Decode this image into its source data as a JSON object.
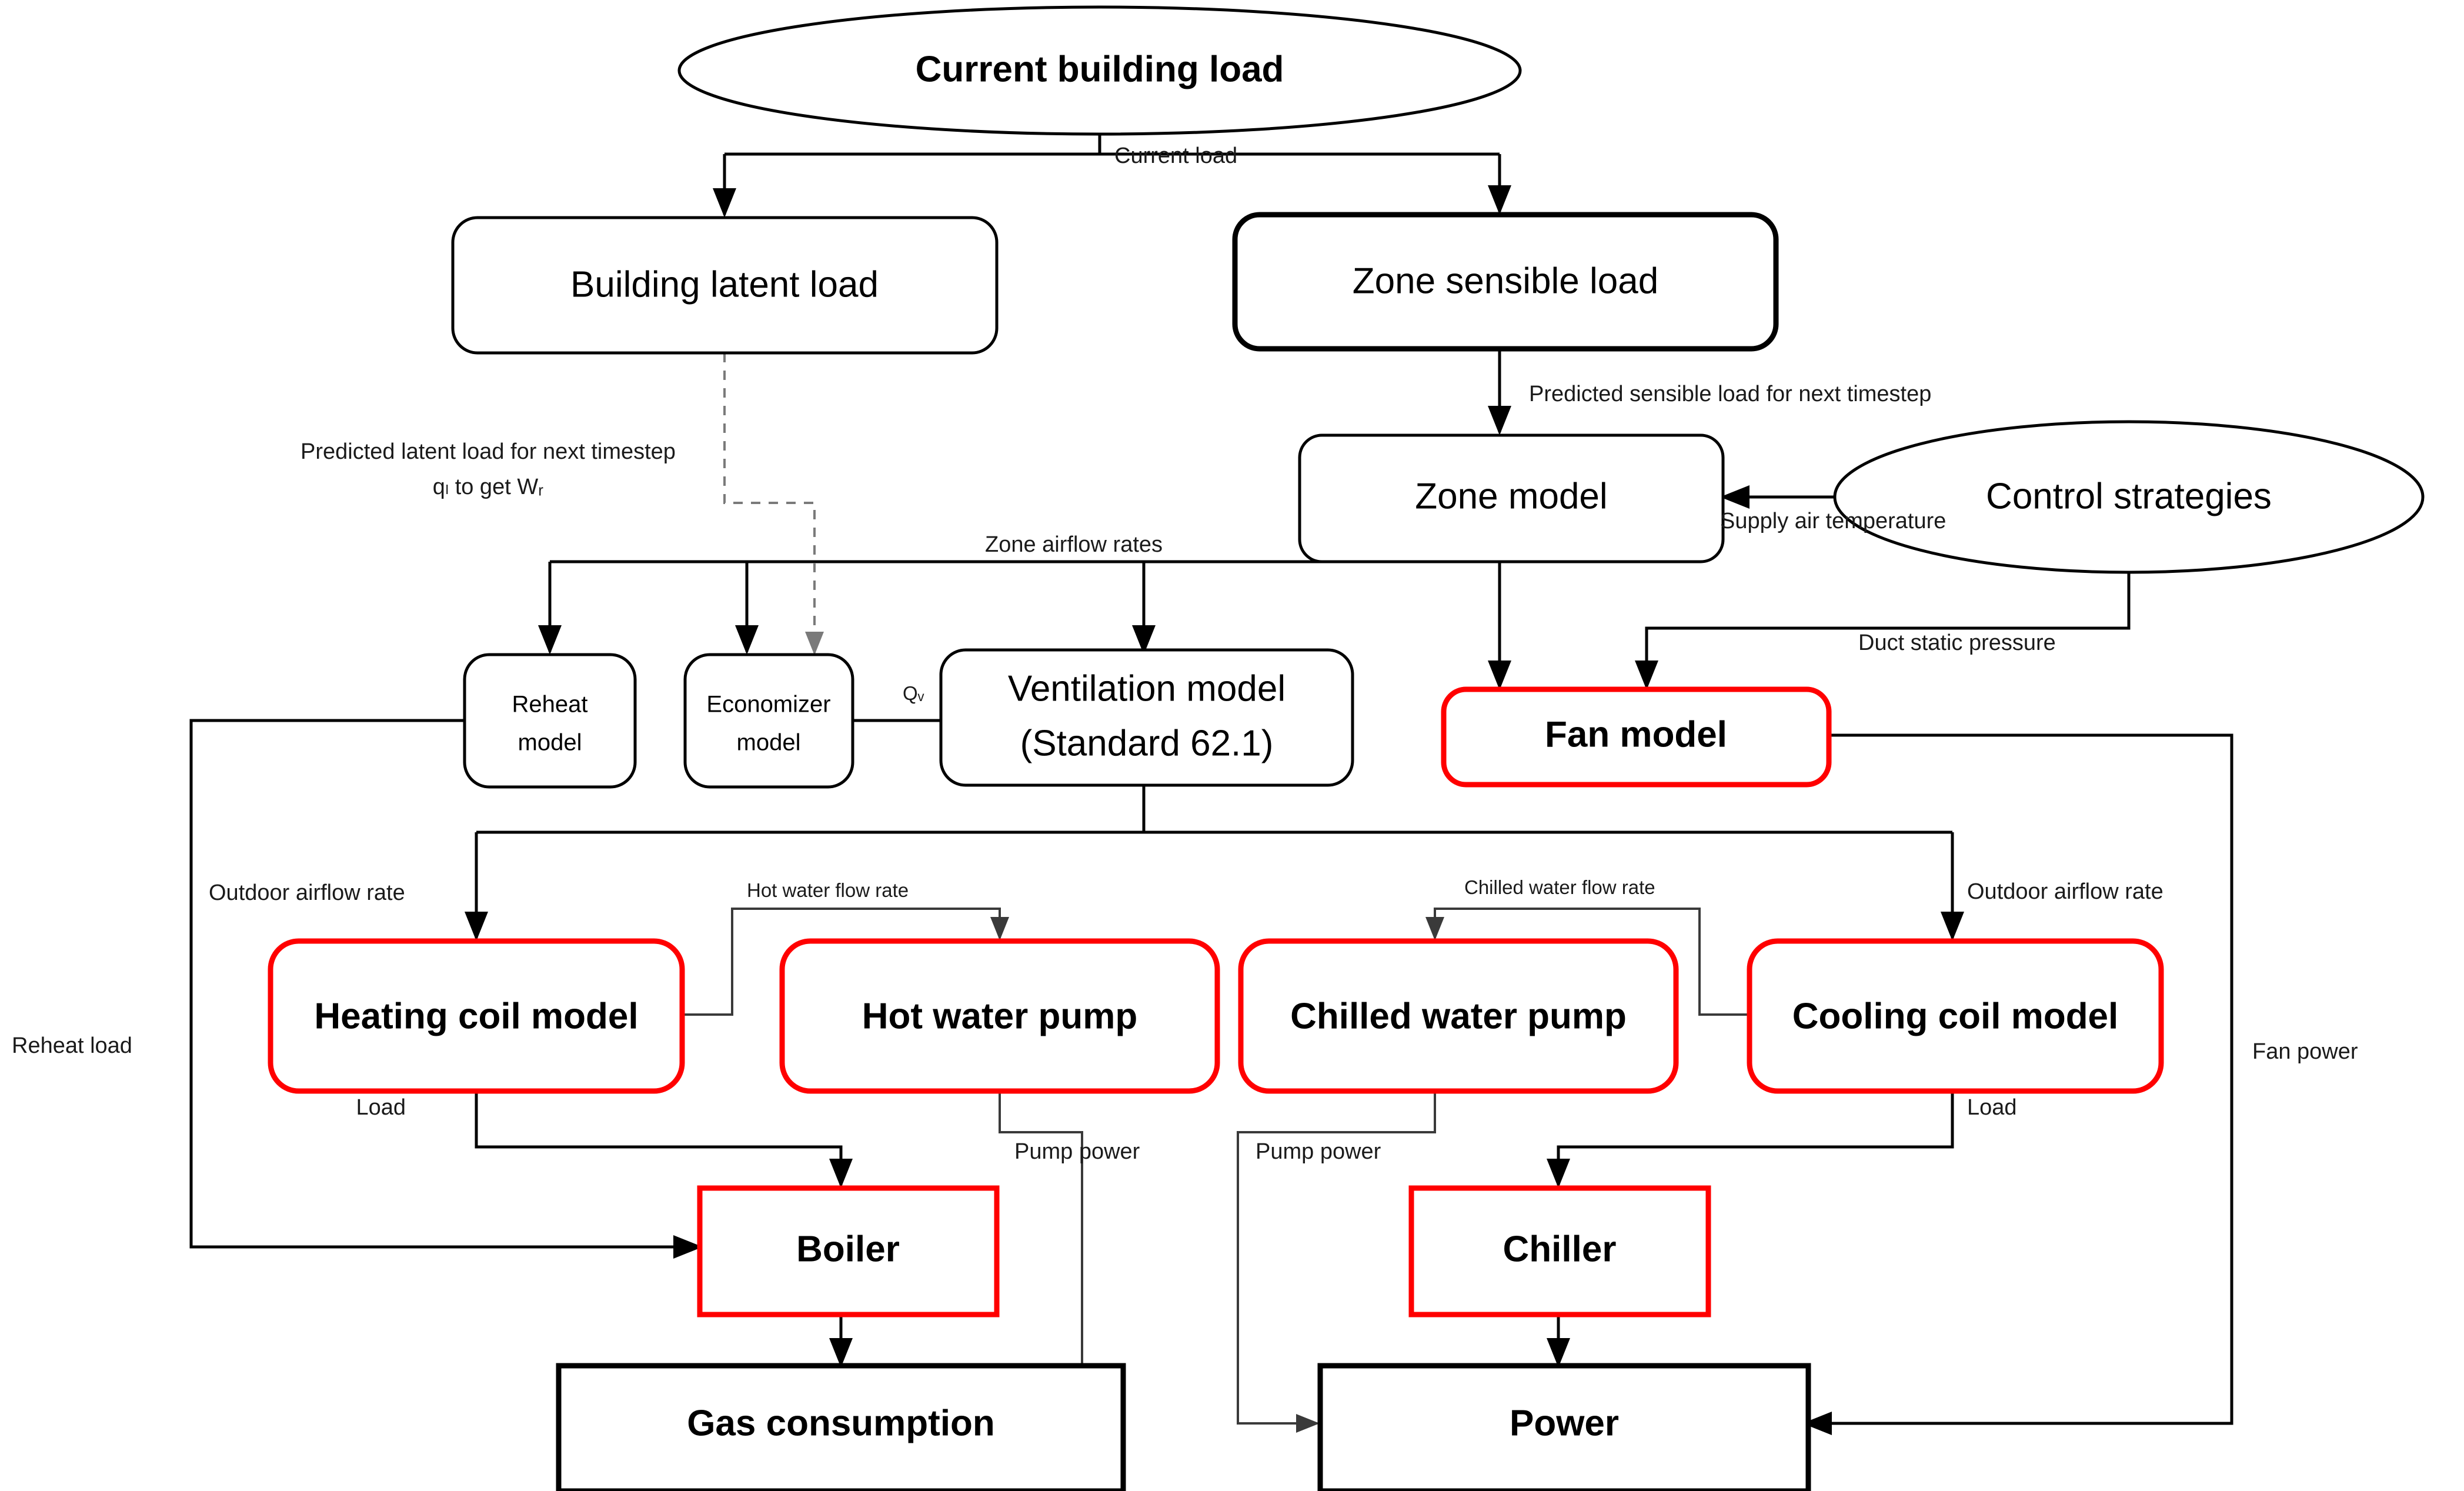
{
  "diagram": {
    "title": "HVAC system simulation flowchart",
    "colors": {
      "highlight": "#FF0000",
      "line": "#000000",
      "dashed_line": "#7A7A7A",
      "background": "#FFFFFF"
    },
    "nodes": [
      {
        "id": "current_building_load",
        "label": "Current building load",
        "shape": "ellipse",
        "style": "bold",
        "border": "black"
      },
      {
        "id": "building_latent_load",
        "label": "Building latent load",
        "shape": "rounded-rect",
        "style": "regular",
        "border": "black"
      },
      {
        "id": "zone_sensible_load",
        "label": "Zone sensible load",
        "shape": "rounded-rect",
        "style": "regular",
        "border": "black-thick"
      },
      {
        "id": "zone_model",
        "label": "Zone model",
        "shape": "rounded-rect",
        "style": "regular",
        "border": "black"
      },
      {
        "id": "control_strategies",
        "label": "Control strategies",
        "shape": "ellipse",
        "style": "regular",
        "border": "black"
      },
      {
        "id": "reheat_model",
        "label_line1": "Reheat",
        "label_line2": "model",
        "shape": "rounded-rect",
        "style": "small",
        "border": "black"
      },
      {
        "id": "economizer_model",
        "label_line1": "Economizer",
        "label_line2": "model",
        "shape": "rounded-rect",
        "style": "small",
        "border": "black"
      },
      {
        "id": "ventilation_model",
        "label_line1": "Ventilation model",
        "label_line2": "(Standard 62.1)",
        "shape": "rounded-rect",
        "style": "regular",
        "border": "black"
      },
      {
        "id": "fan_model",
        "label": "Fan model",
        "shape": "rounded-rect",
        "style": "bold",
        "border": "red"
      },
      {
        "id": "heating_coil_model",
        "label": "Heating coil model",
        "shape": "rounded-rect",
        "style": "bold",
        "border": "red"
      },
      {
        "id": "hot_water_pump",
        "label": "Hot water pump",
        "shape": "rounded-rect",
        "style": "bold",
        "border": "red"
      },
      {
        "id": "chilled_water_pump",
        "label": "Chilled water pump",
        "shape": "rounded-rect",
        "style": "bold",
        "border": "red"
      },
      {
        "id": "cooling_coil_model",
        "label": "Cooling coil model",
        "shape": "rounded-rect",
        "style": "bold",
        "border": "red"
      },
      {
        "id": "boiler",
        "label": "Boiler",
        "shape": "rect",
        "style": "bold",
        "border": "red"
      },
      {
        "id": "chiller",
        "label": "Chiller",
        "shape": "rect",
        "style": "bold",
        "border": "red"
      },
      {
        "id": "gas_consumption",
        "label": "Gas consumption",
        "shape": "rect",
        "style": "bold",
        "border": "black"
      },
      {
        "id": "power",
        "label": "Power",
        "shape": "rect",
        "style": "bold",
        "border": "black"
      }
    ],
    "edge_labels": [
      {
        "id": "current_load",
        "text": "Current load"
      },
      {
        "id": "predicted_latent_load_l1",
        "text": "Predicted latent load for next timestep"
      },
      {
        "id": "predicted_latent_load_l2",
        "text": "qₗ to get Wᵣ"
      },
      {
        "id": "predicted_sensible_load",
        "text": "Predicted sensible load for next timestep"
      },
      {
        "id": "supply_air_temperature",
        "text": "Supply air temperature"
      },
      {
        "id": "zone_airflow_rates",
        "text": "Zone airflow rates"
      },
      {
        "id": "duct_static_pressure",
        "text": "Duct static pressure"
      },
      {
        "id": "qv",
        "text": "Qᵥ"
      },
      {
        "id": "outdoor_airflow_rate_left",
        "text": "Outdoor airflow rate"
      },
      {
        "id": "outdoor_airflow_rate_right",
        "text": "Outdoor airflow rate"
      },
      {
        "id": "hot_water_flow_rate",
        "text": "Hot water flow rate"
      },
      {
        "id": "chilled_water_flow_rate",
        "text": "Chilled water flow rate"
      },
      {
        "id": "reheat_load",
        "text": "Reheat load"
      },
      {
        "id": "fan_power",
        "text": "Fan power"
      },
      {
        "id": "load_left",
        "text": "Load"
      },
      {
        "id": "load_right",
        "text": "Load"
      },
      {
        "id": "pump_power_left",
        "text": "Pump power"
      },
      {
        "id": "pump_power_right",
        "text": "Pump power"
      }
    ]
  }
}
